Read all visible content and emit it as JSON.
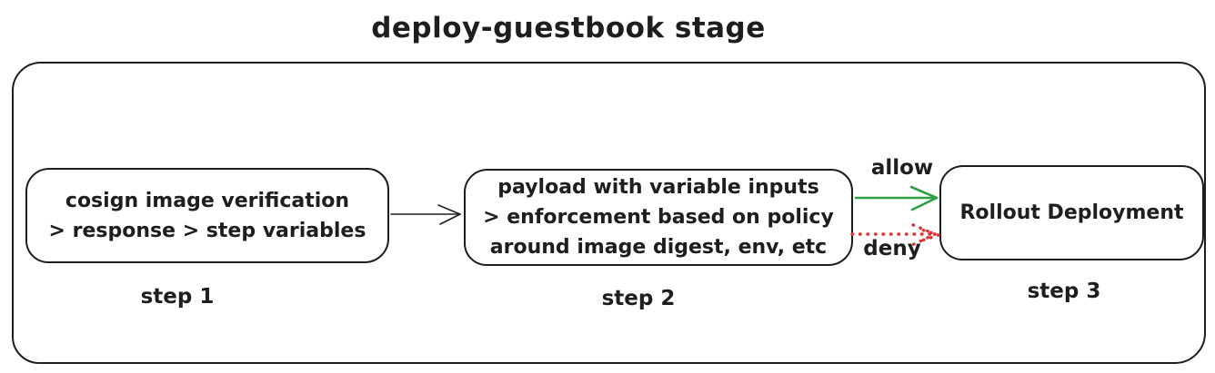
{
  "title": "deploy-guestbook stage",
  "colors": {
    "stroke": "#1e1e1e",
    "allow": "#2f9e44",
    "deny": "#e03131"
  },
  "diagram": {
    "stage_frame": "deploy-guestbook stage container",
    "steps": [
      {
        "label": "step 1",
        "lines": [
          "cosign image verification",
          "> response > step variables"
        ]
      },
      {
        "label": "step 2",
        "lines": [
          "payload with variable inputs",
          "> enforcement based on policy",
          "around image digest, env, etc"
        ]
      },
      {
        "label": "step 3",
        "lines": [
          "Rollout Deployment"
        ]
      }
    ],
    "arrows": [
      {
        "name": "step1-to-step2",
        "label": "",
        "style": "solid",
        "color": "#1e1e1e"
      },
      {
        "name": "allow",
        "label": "allow",
        "style": "solid",
        "color": "#2f9e44"
      },
      {
        "name": "deny",
        "label": "deny",
        "style": "dotted",
        "color": "#e03131"
      }
    ]
  }
}
